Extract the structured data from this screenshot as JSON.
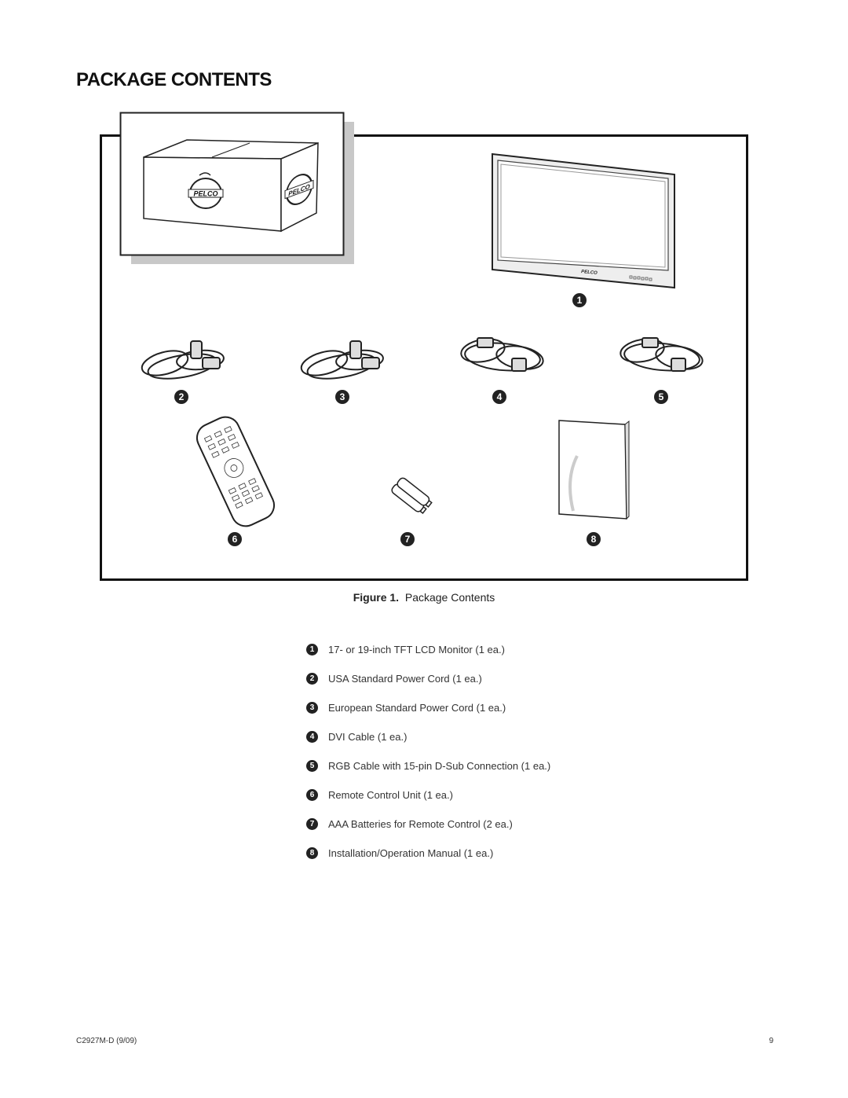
{
  "page": {
    "title": "PACKAGE CONTENTS"
  },
  "figure": {
    "brand": "PELCO",
    "caption_label": "Figure 1.",
    "caption_text": "Package Contents",
    "callouts": [
      "1",
      "2",
      "3",
      "4",
      "5",
      "6",
      "7",
      "8"
    ]
  },
  "items": [
    {
      "num": "1",
      "text": "17- or 19-inch TFT LCD Monitor (1 ea.)"
    },
    {
      "num": "2",
      "text": "USA Standard Power Cord (1 ea.)"
    },
    {
      "num": "3",
      "text": "European Standard Power Cord (1 ea.)"
    },
    {
      "num": "4",
      "text": "DVI Cable (1 ea.)"
    },
    {
      "num": "5",
      "text": "RGB Cable with 15-pin D-Sub Connection (1 ea.)"
    },
    {
      "num": "6",
      "text": "Remote Control Unit (1 ea.)"
    },
    {
      "num": "7",
      "text": "AAA Batteries for Remote Control (2 ea.)"
    },
    {
      "num": "8",
      "text": "Installation/Operation Manual (1 ea.)"
    }
  ],
  "footer": {
    "doc_id": "C2927M-D (9/09)",
    "page_number": "9"
  }
}
